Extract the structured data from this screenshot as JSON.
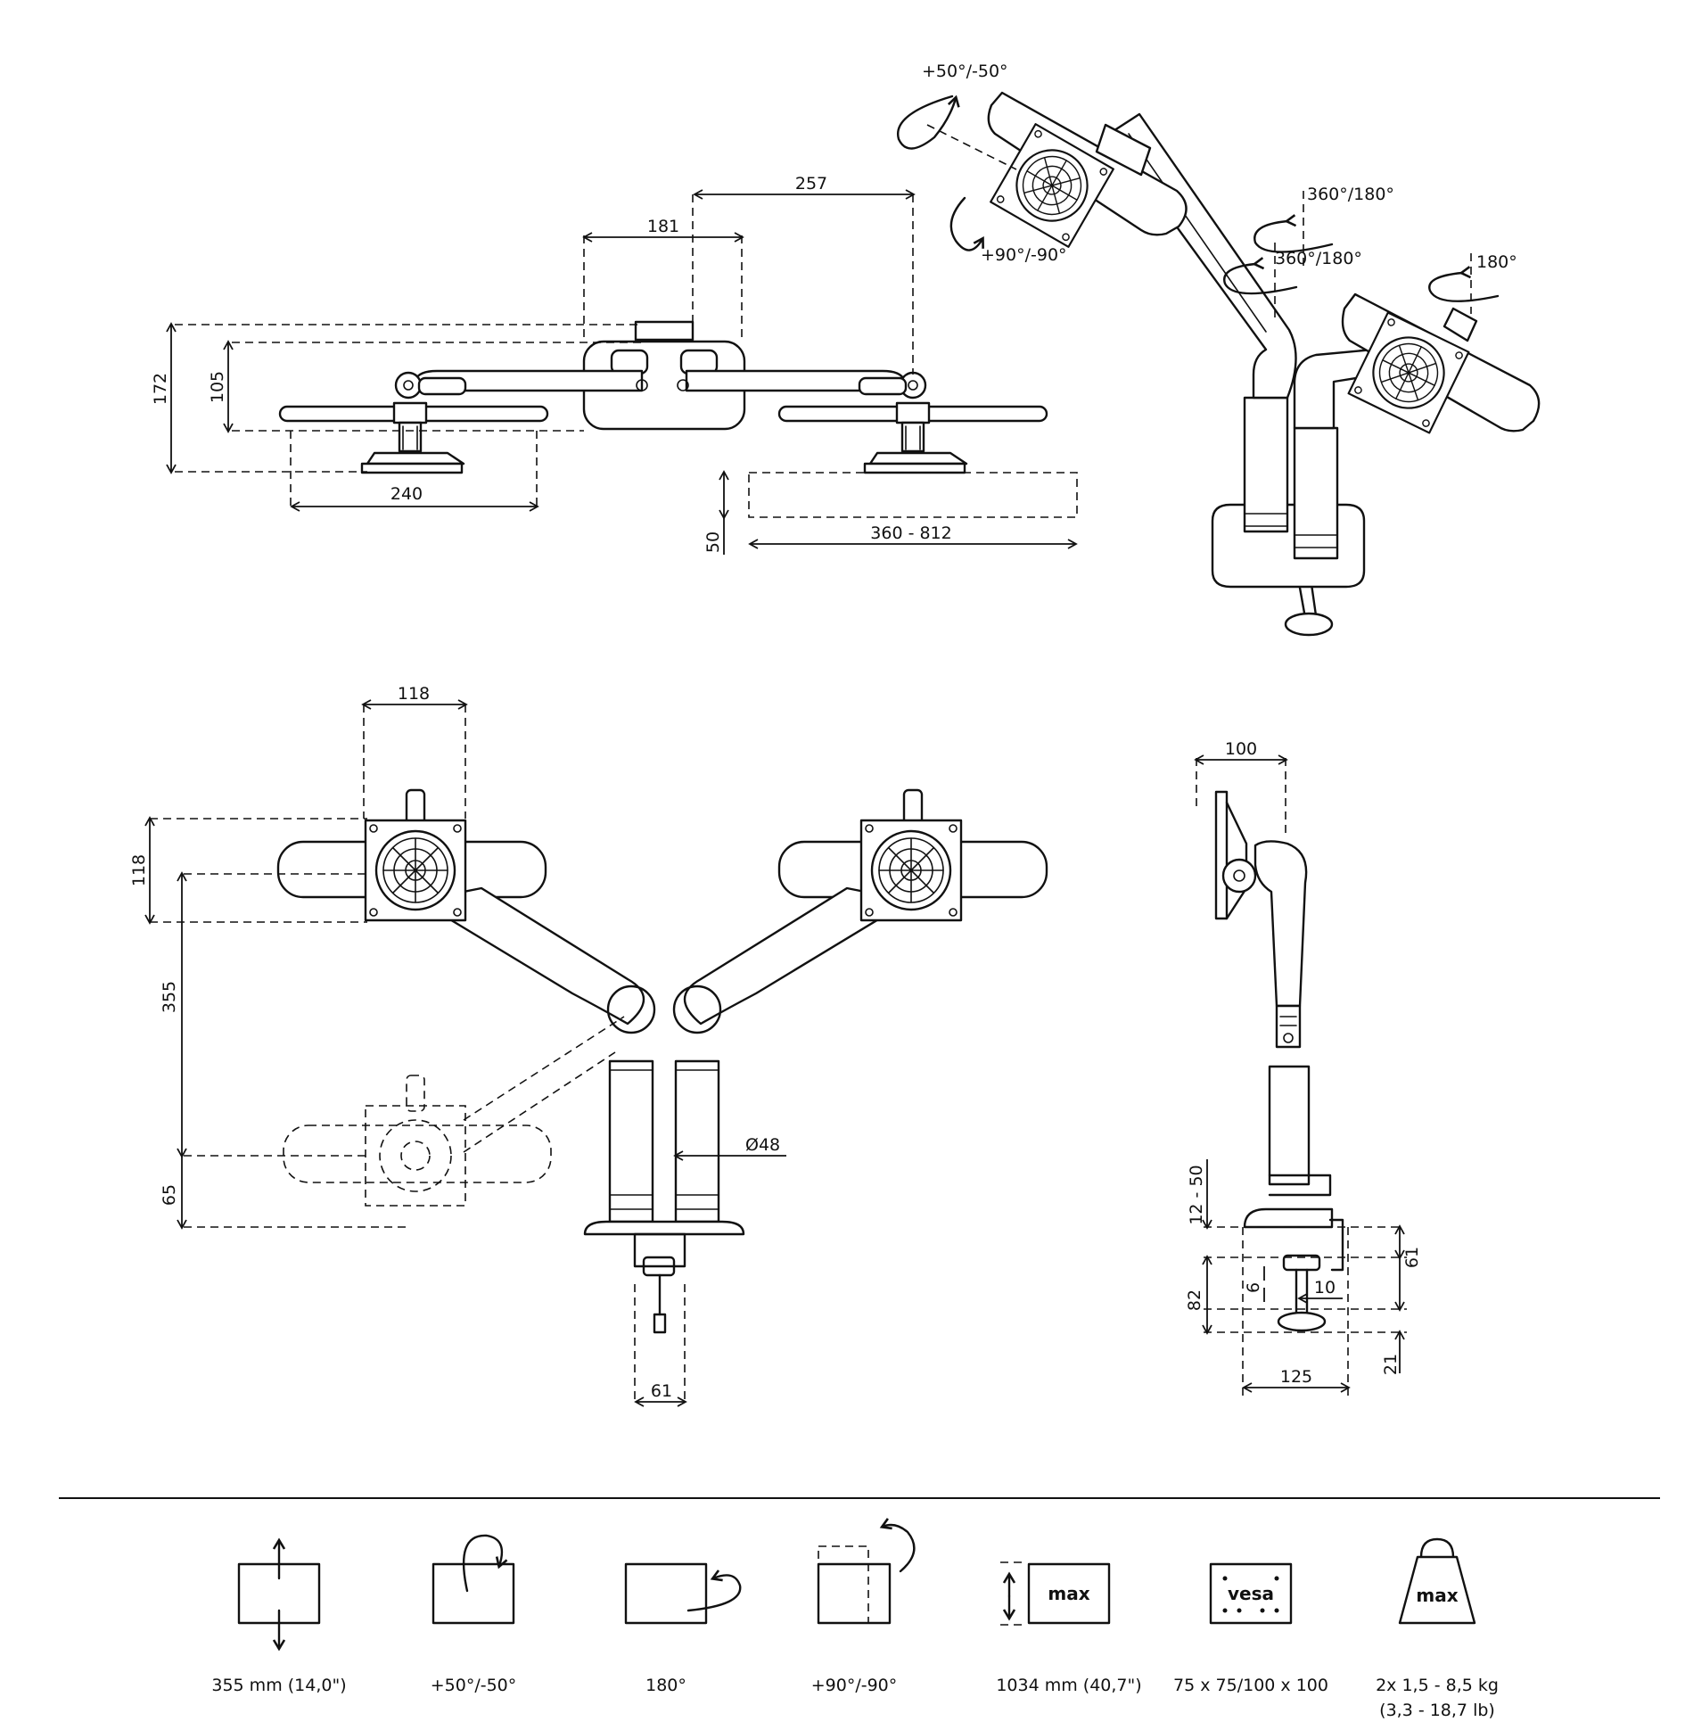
{
  "top_dims": {
    "d257": "257",
    "d181": "181",
    "d172": "172",
    "d105": "105",
    "d240": "240",
    "d50": "50",
    "d360_812": "360 - 812"
  },
  "rotation_labels": {
    "r1": "+50°/-50°",
    "r2": "+90°/-90°",
    "r3": "360°/180°",
    "r4": "360°/180°",
    "r5": "180°"
  },
  "plan_dims": {
    "d118w": "118",
    "d118h": "118",
    "d355": "355",
    "d65": "65",
    "d48": "Ø48",
    "d61": "61"
  },
  "side_dims": {
    "d100": "100",
    "d12_50": "12 - 50",
    "d61": "61",
    "d82": "82",
    "d6": "6",
    "d10": "10",
    "d21": "21",
    "d125": "125"
  },
  "features": [
    {
      "icon": "height-adjust-icon",
      "label": "355 mm (14,0\")"
    },
    {
      "icon": "tilt-icon",
      "label": "+50°/-50°"
    },
    {
      "icon": "swivel-icon",
      "label": "180°"
    },
    {
      "icon": "rotate-icon",
      "label": "+90°/-90°"
    },
    {
      "icon": "max-monitor-icon",
      "label": "1034 mm (40,7\")",
      "badge": "max"
    },
    {
      "icon": "vesa-icon",
      "label": "75 x 75/100 x 100",
      "badge": "vesa"
    },
    {
      "icon": "weight-icon",
      "label": "2x 1,5 - 8,5 kg",
      "label2": "(3,3 - 18,7 lb)",
      "badge": "max"
    }
  ]
}
